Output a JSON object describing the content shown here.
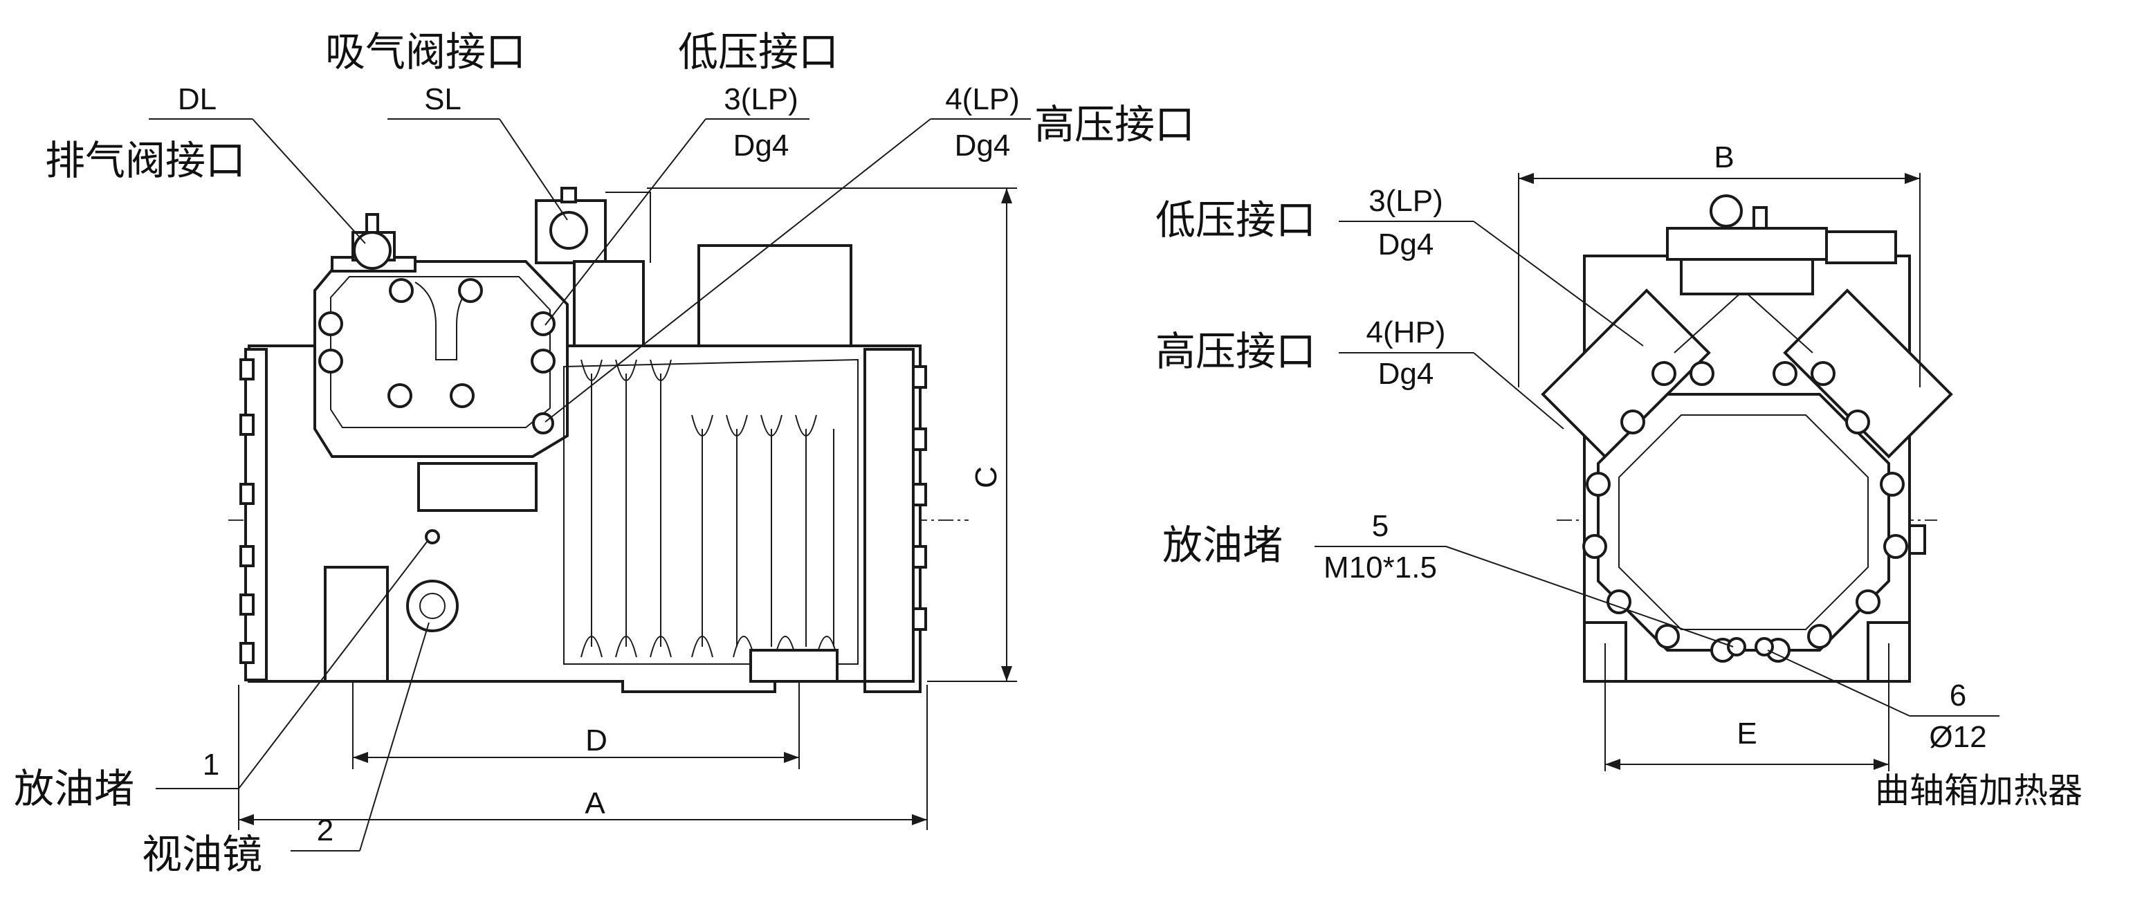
{
  "left_view": {
    "top_callouts": {
      "discharge_port": {
        "code": "DL",
        "name": "排气阀接口"
      },
      "suction_port": {
        "code": "SL",
        "name": "吸气阀接口"
      },
      "low_pressure_port": {
        "code": "3(LP)",
        "size": "Dg4",
        "name": "低压接口"
      },
      "high_pressure_port": {
        "code": "4(LP)",
        "size": "Dg4",
        "name": "高压接口"
      }
    },
    "bottom_callouts": {
      "oil_drain_plug": {
        "num": "1",
        "name": "放油堵"
      },
      "sight_glass": {
        "num": "2",
        "name": "视油镜"
      }
    },
    "dimensions": {
      "a": "A",
      "c": "C",
      "d": "D"
    }
  },
  "right_view": {
    "callouts": {
      "low_pressure_port": {
        "code": "3(LP)",
        "size": "Dg4",
        "name": "低压接口"
      },
      "high_pressure_port": {
        "code": "4(HP)",
        "size": "Dg4",
        "name": "高压接口"
      },
      "oil_drain_plug": {
        "num": "5",
        "spec": "M10*1.5",
        "name": "放油堵"
      },
      "crankcase_heater": {
        "num": "6",
        "spec": "Ø12",
        "name": "曲轴箱加热器"
      }
    },
    "dimensions": {
      "b": "B",
      "e": "E"
    }
  }
}
